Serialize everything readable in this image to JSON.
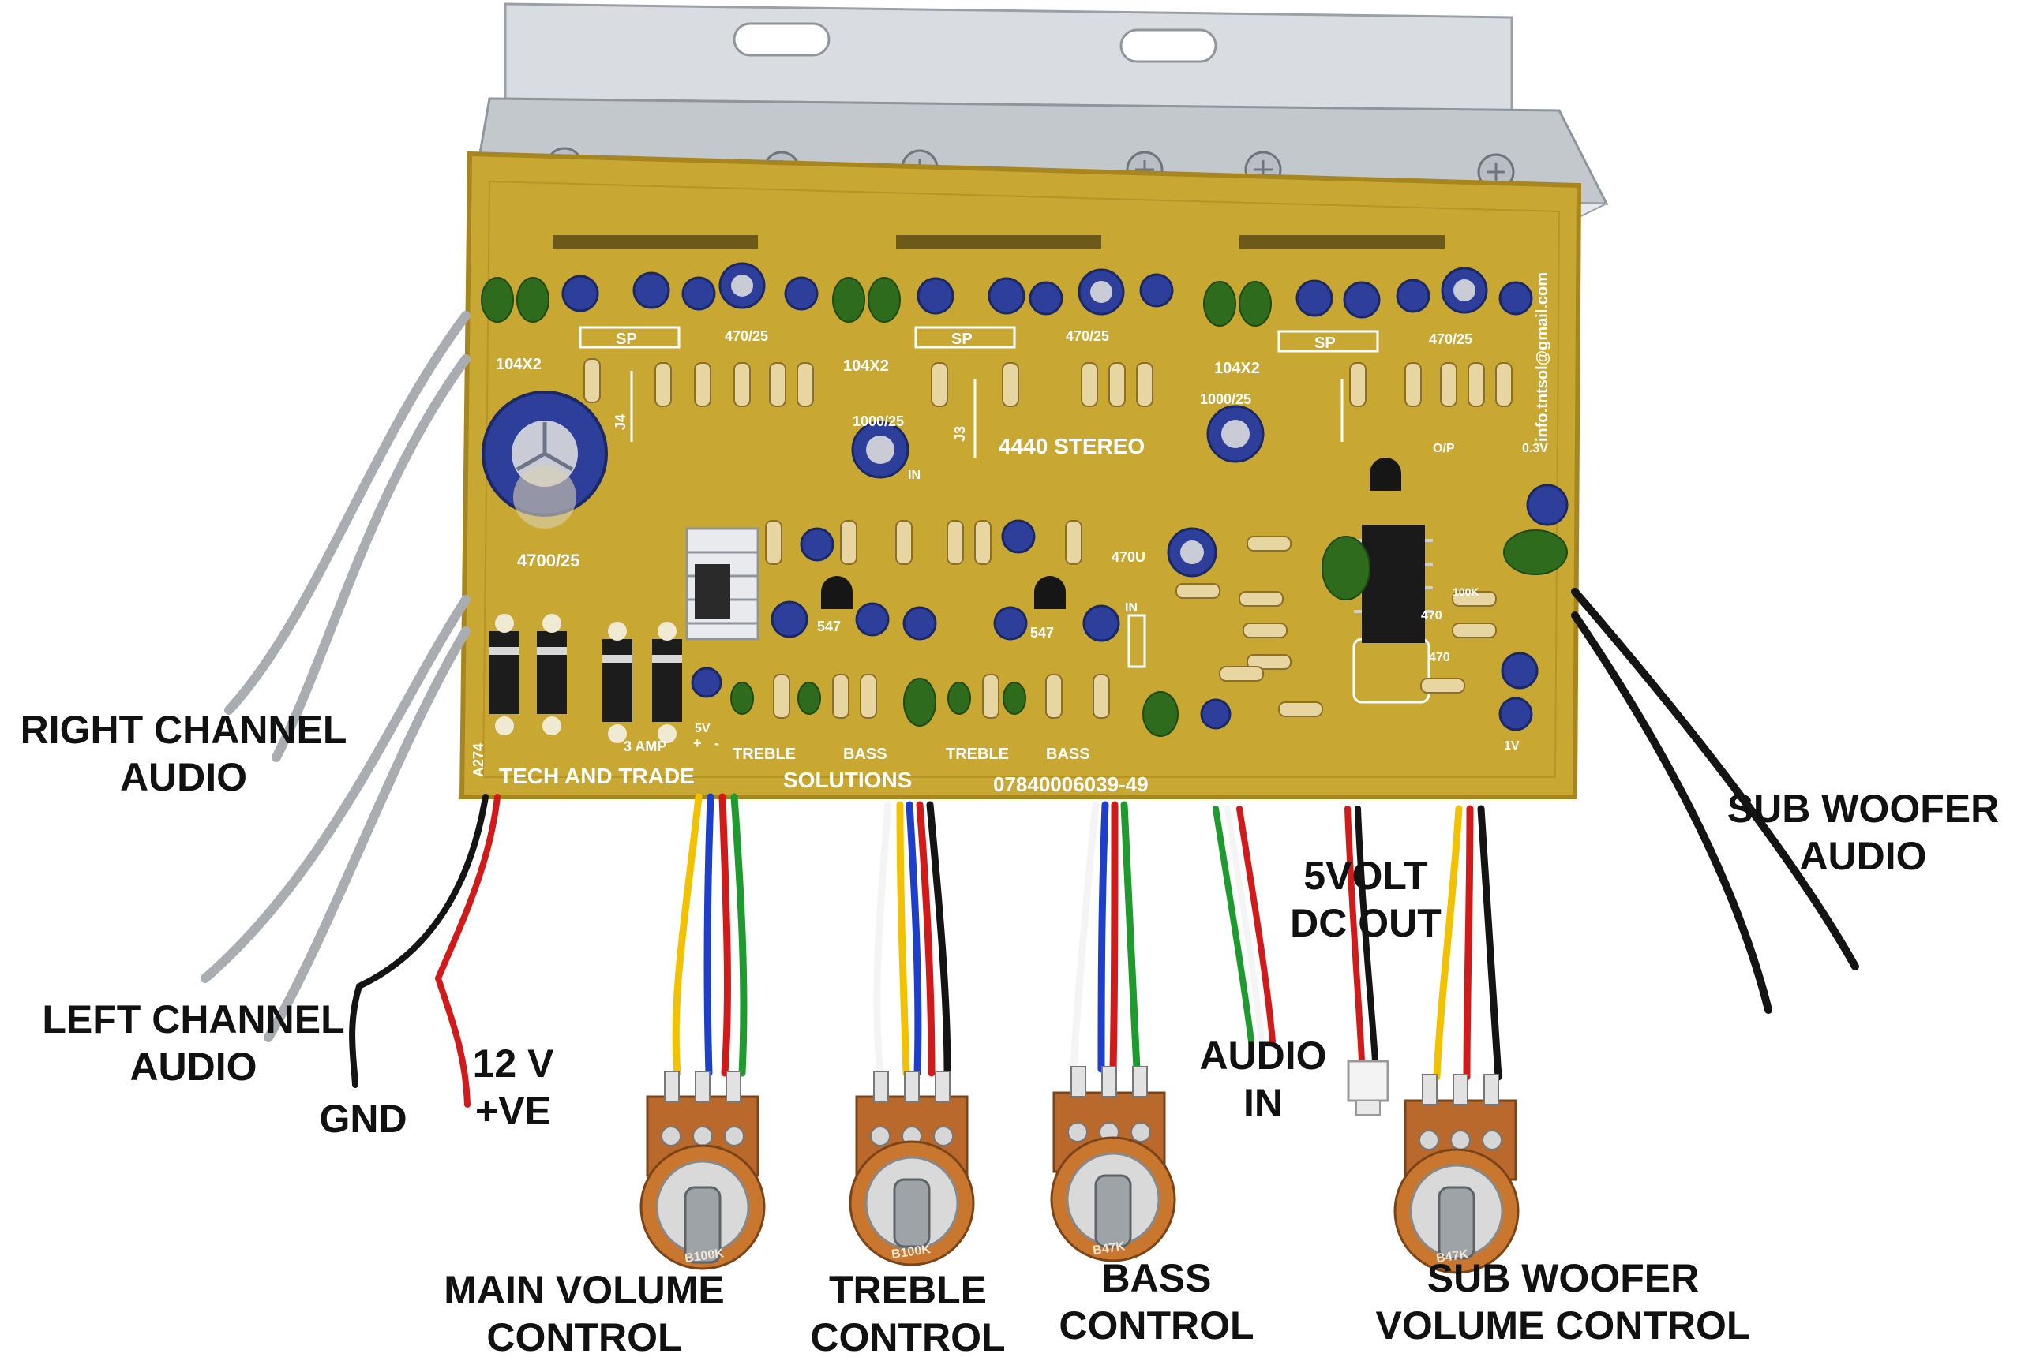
{
  "board": {
    "silkscreen": {
      "company_line": "TECH AND TRADE",
      "company_line2": "SOLUTIONS",
      "phone": "07840006039-49",
      "model": "4440 STEREO",
      "email": "info.tntsol@gmail.com",
      "cap_main": "4700/25",
      "cap_labels": [
        "104X2",
        "104X2",
        "104X2",
        "470/25",
        "470/25",
        "470/25",
        "1000/25",
        "1000/25",
        "470U"
      ],
      "sp_labels": [
        "SP",
        "SP",
        "SP"
      ],
      "connector_labels": [
        "J4",
        "J3"
      ],
      "knob_labels": [
        "TREBLE",
        "BASS",
        "TREBLE",
        "BASS"
      ],
      "transistor_labels": [
        "547",
        "547"
      ],
      "misc": [
        "A274",
        "3 AMP",
        "5V",
        "+",
        "-",
        "IN",
        "IN",
        "O/P",
        "0.3V",
        "1V",
        "470",
        "470",
        "100K"
      ]
    },
    "colors": {
      "pcb": "#c9a733",
      "pcb_edge": "#a8861f",
      "silkscreen": "#ffffff",
      "heatsink": "#cfd3d8",
      "capacitor_blue": "#2d3f9a",
      "ceramic_green": "#2e6b1d",
      "pot_body": "#b9692c"
    }
  },
  "potentiometers": [
    {
      "label": "B100K"
    },
    {
      "label": "B100K"
    },
    {
      "label": "B47K"
    },
    {
      "label": "B47K"
    }
  ],
  "callouts": {
    "right_channel": [
      "RIGHT CHANNEL",
      "AUDIO"
    ],
    "left_channel": [
      "LEFT CHANNEL",
      "AUDIO"
    ],
    "gnd": [
      "GND"
    ],
    "v12": [
      "12 V",
      "+VE"
    ],
    "main_volume": [
      "MAIN VOLUME",
      "CONTROL"
    ],
    "treble": [
      "TREBLE",
      "CONTROL"
    ],
    "bass": [
      "BASS",
      "CONTROL"
    ],
    "audio_in": [
      "AUDIO",
      "IN"
    ],
    "five_volt": [
      "5VOLT",
      "DC OUT"
    ],
    "sub_woofer_audio": [
      "SUB WOOFER",
      "AUDIO"
    ],
    "sub_woofer_volume": [
      "SUB WOOFER",
      "VOLUME CONTROL"
    ]
  },
  "wire_colors": {
    "red": "#d11a1a",
    "black": "#141414",
    "yellow": "#f2c200",
    "blue": "#1d3fc9",
    "green": "#1f9a2e",
    "white": "#f4f4f4",
    "gray": "#a9adb1"
  }
}
